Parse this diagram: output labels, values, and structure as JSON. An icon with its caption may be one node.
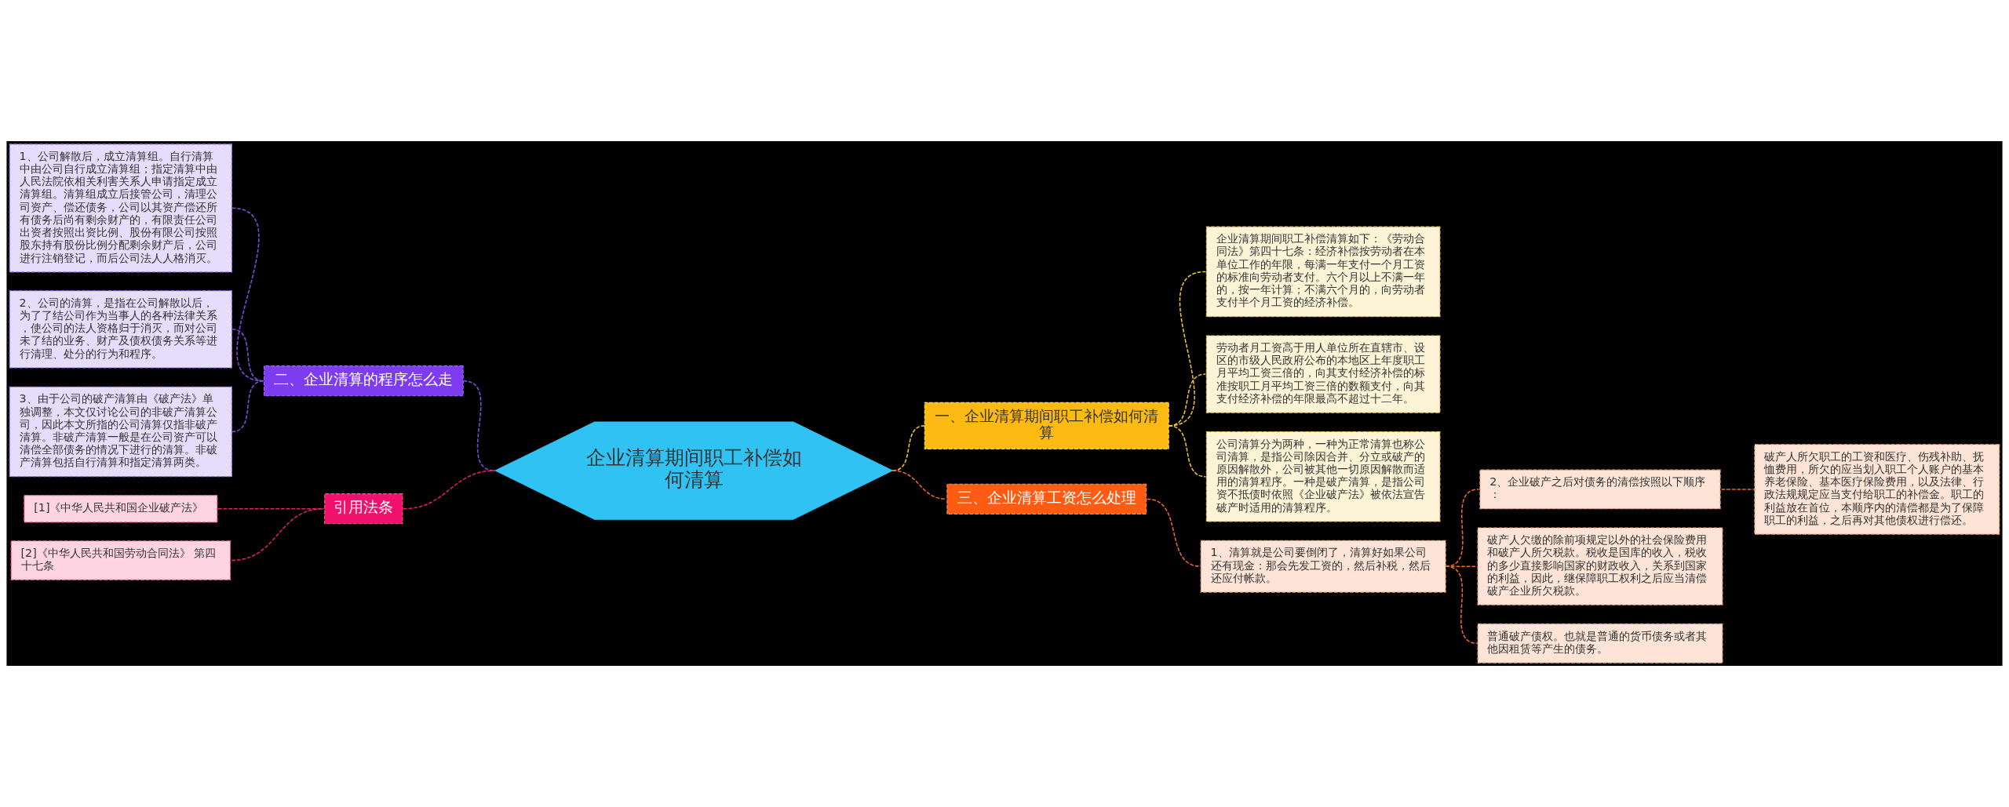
{
  "diagram": {
    "nodes": [
      {
        "text": [
          "企业清算期间职工补偿如何清算"
        ]
      },
      {
        "text": [
          "二、企业清算的程序怎么走"
        ]
      },
      {
        "text": [
          "1、公司解散后，成立清算组。自行清算中由公司自行成立清算组；指定清算中由人民法院依相关利害关系人申请指定成立清算组。清算组成立后接管公司，清理公司资产、偿还债务，公司以其资产偿还所有债务后尚有剩余财产的，有限责任公司出资者按照出资比例、股份有限公司按照股东持有股份比例分配剩余财产后，公司进行注销登记，而后公司法人人格消灭。"
        ]
      },
      {
        "text": [
          "2、公司的清算，是指在公司解散以后，为了了结公司作为当事人的各种法律关系，使公司的法人资格归于消灭，而对公司未了结的业务、财产及债权债务关系等进行清理、处分的行为和程序。"
        ]
      },
      {
        "text": [
          "3、由于公司的破产清算由《破产法》单独调整，本文仅讨论公司的非破产清算公司，因此本文所指的公司清算仅指非破产清算。非破产清算一般是在公司资产可以清偿全部债务的情况下进行的清算。非破产清算包括自行清算和指定清算两类。"
        ]
      },
      {
        "text": [
          "引用法条"
        ]
      },
      {
        "text": [
          "[1]《中华人民共和国企业破产法》"
        ]
      },
      {
        "text": [
          "[2]《中华人民共和国劳动合同法》 第四十七条"
        ]
      },
      {
        "text": [
          "一、企业清算期间职工补偿如何清算"
        ]
      },
      {
        "text": [
          "企业清算期间职工补偿清算如下：《劳动合同法》第四十七条：经济补偿按劳动者在本单位工作的年限，每满一年支付一个月工资的标准向劳动者支付。六个月以上不满一年的，按一年计算；不满六个月的，向劳动者支付半个月工资的经济补偿。"
        ]
      },
      {
        "text": [
          "劳动者月工资高于用人单位所在直辖市、设区的市级人民政府公布的本地区上年度职工月平均工资三倍的，向其支付经济补偿的标准按职工月平均工资三倍的数额支付，向其支付经济补偿的年限最高不超过十二年。"
        ]
      },
      {
        "text": [
          "公司清算分为两种，一种为正常清算也称公司清算，是指公司除因合并、分立或破产的原因解散外，公司被其他一切原因解散而适用的清算程序。一种是破产清算，是指公司资不抵债时依照《企业破产法》被依法宣告破产时适用的清算程序。"
        ]
      },
      {
        "text": [
          "三、企业清算工资怎么处理"
        ]
      },
      {
        "text": [
          "1、清算就是公司要倒闭了，清算好如果公司还有现金：那会先发工资的，然后补税，然后还应付帐款。"
        ]
      },
      {
        "text": [
          "2、企业破产之后对债务的清偿按照以下顺序："
        ]
      },
      {
        "text": [
          "破产人所欠职工的工资和医疗、伤残补助、抚恤费用，所欠的应当划入职工个人账户的基本养老保险、基本医疗保险费用，以及法律、行政法规规定应当支付给职工的补偿金。职工的利益放在首位，本顺序内的清偿都是为了保障职工的利益，之后再对其他债权进行偿还。"
        ]
      },
      {
        "text": [
          "破产人欠缴的除前项规定以外的社会保险费用和破产人所欠税款。税收是国库的收入，税收的多少直接影响国家的财政收入，关系到国家的利益，因此，继保障职工权利之后应当清偿破产企业所欠税款。"
        ]
      },
      {
        "text": [
          "普通破产债权。也就是普通的货币债务或者其他因租赁等产生的债务。"
        ]
      }
    ],
    "edges": [
      {
        "from": 1,
        "to": 0,
        "arrow": "none",
        "style": "dashed",
        "color": "#7e4fe0"
      },
      {
        "from": 2,
        "to": 1,
        "arrow": "none",
        "style": "dashed",
        "color": "#7e4fe0"
      },
      {
        "from": 3,
        "to": 1,
        "arrow": "none",
        "style": "dashed",
        "color": "#7e4fe0"
      },
      {
        "from": 4,
        "to": 1,
        "arrow": "none",
        "style": "dashed",
        "color": "#7e4fe0"
      },
      {
        "from": 5,
        "to": 0,
        "arrow": "none",
        "style": "dashed",
        "color": "#e0206a"
      },
      {
        "from": 6,
        "to": 5,
        "arrow": "none",
        "style": "dashed",
        "color": "#e0206a"
      },
      {
        "from": 7,
        "to": 5,
        "arrow": "none",
        "style": "dashed",
        "color": "#e0206a"
      },
      {
        "from": 0,
        "to": 8,
        "arrow": "none",
        "style": "dashed",
        "color": "#f5c242"
      },
      {
        "from": 8,
        "to": 9,
        "arrow": "none",
        "style": "dashed",
        "color": "#f5c242"
      },
      {
        "from": 8,
        "to": 10,
        "arrow": "none",
        "style": "dashed",
        "color": "#f5c242"
      },
      {
        "from": 8,
        "to": 11,
        "arrow": "none",
        "style": "dashed",
        "color": "#f5c242"
      },
      {
        "from": 0,
        "to": 12,
        "arrow": "none",
        "style": "dashed",
        "color": "#f06a2a"
      },
      {
        "from": 12,
        "to": 13,
        "arrow": "none",
        "style": "dashed",
        "color": "#f06a2a"
      },
      {
        "from": 13,
        "to": 14,
        "arrow": "none",
        "style": "dashed",
        "color": "#f06a2a"
      },
      {
        "from": 14,
        "to": 15,
        "arrow": "none",
        "style": "dashed",
        "color": "#f06a2a"
      },
      {
        "from": 13,
        "to": 16,
        "arrow": "none",
        "style": "dashed",
        "color": "#f06a2a"
      },
      {
        "from": 13,
        "to": 17,
        "arrow": "none",
        "style": "dashed",
        "color": "#f06a2a"
      }
    ]
  }
}
